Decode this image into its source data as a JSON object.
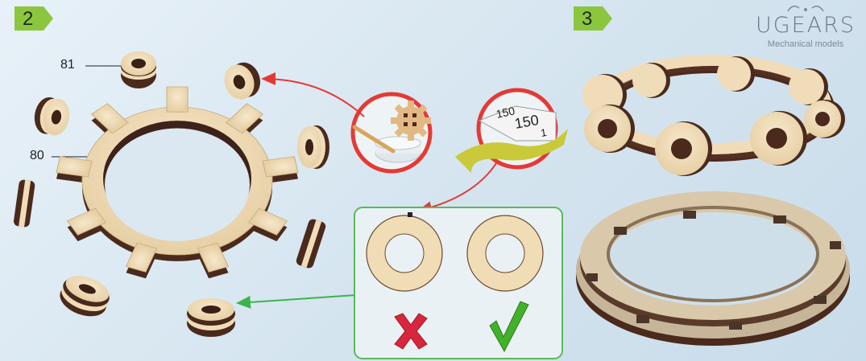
{
  "steps": [
    {
      "number": "2"
    },
    {
      "number": "3"
    }
  ],
  "brand": {
    "name": "UGEARS",
    "tagline": "Mechanical models"
  },
  "parts": {
    "ring_label": "80",
    "washer_label": "81"
  },
  "sandpaper": {
    "grit_top": "150",
    "grit_partial": "150",
    "grit_back": "1"
  },
  "colors": {
    "step_badge": "#8cc63f",
    "wood": "#f2dfbd",
    "wood_dark": "#4a2a1c",
    "arrow_red": "#e53935",
    "arrow_green": "#3cb44b",
    "panel_border": "#5cb85c",
    "cross": "#d7263d",
    "check": "#43b02a"
  }
}
